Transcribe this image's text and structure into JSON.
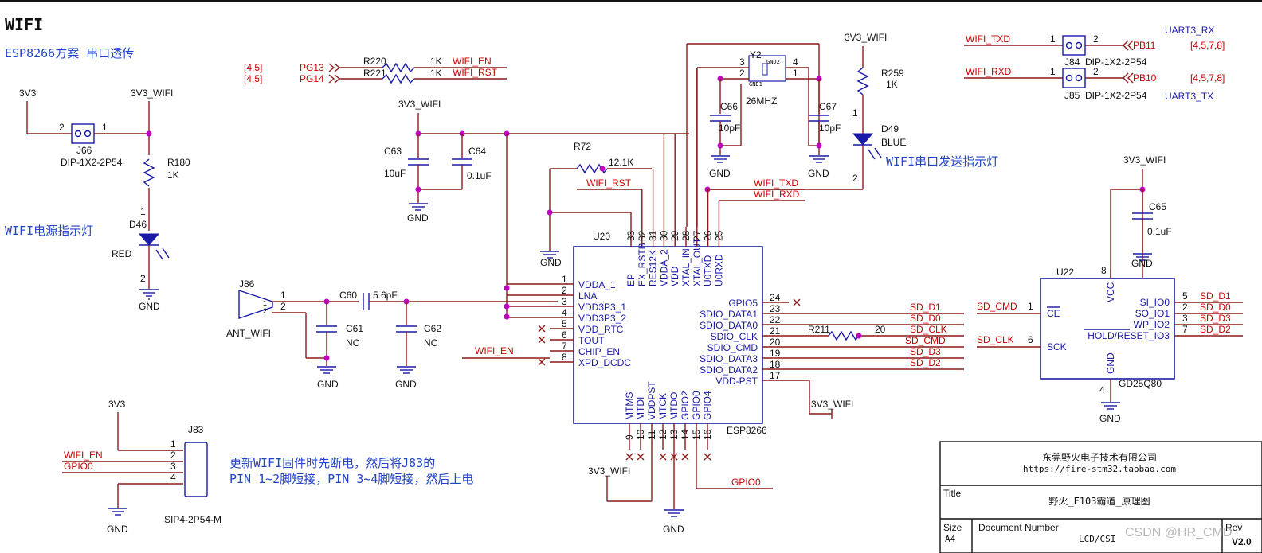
{
  "title": "WIFI",
  "subtitle": "ESP8266方案 串口透传",
  "power_led_label": "WIFI电源指示灯",
  "serial_led_label": "WIFI串口发送指示灯",
  "notes": [
    "更新WIFI固件时先断电，然后将J83的",
    "PIN 1~2脚短接，PIN 3~4脚短接，然后上电"
  ],
  "nets": {
    "v33": "3V3",
    "v33_wifi": "3V3_WIFI",
    "gnd": "GND",
    "wifi_en": "WIFI_EN",
    "wifi_rst": "WIFI_RST",
    "wifi_txd": "WIFI_TXD",
    "wifi_rxd": "WIFI_RXD",
    "gpio0": "GPIO0",
    "pg13": "PG13",
    "pg14": "PG14",
    "pb11": "PB11",
    "pb10": "PB10",
    "uart3_rx": "UART3_RX",
    "uart3_tx": "UART3_TX",
    "sheet_ref": "[4,5]",
    "sheet_ref2": "[4,5,7,8]",
    "sd_d0": "SD_D0",
    "sd_d1": "SD_D1",
    "sd_d2": "SD_D2",
    "sd_d3": "SD_D3",
    "sd_clk": "SD_CLK",
    "sd_cmd": "SD_CMD"
  },
  "parts": {
    "j66": {
      "ref": "J66",
      "type": "DIP-1X2-2P54"
    },
    "r180": {
      "ref": "R180",
      "value": "1K"
    },
    "d46": {
      "ref": "D46",
      "value": "RED"
    },
    "r220": {
      "ref": "R220",
      "value": "1K"
    },
    "r221": {
      "ref": "R221",
      "value": "1K"
    },
    "c63": {
      "ref": "C63",
      "value": "10uF"
    },
    "c64": {
      "ref": "C64",
      "value": "0.1uF"
    },
    "r72": {
      "ref": "R72",
      "value": "12.1K"
    },
    "y2": {
      "ref": "Y2",
      "value": "26MHZ",
      "gnd1": "GND1",
      "gnd2": "GND2"
    },
    "c66": {
      "ref": "C66",
      "value": "10pF"
    },
    "c67": {
      "ref": "C67",
      "value": "10pF"
    },
    "r259": {
      "ref": "R259",
      "value": "1K"
    },
    "d49": {
      "ref": "D49",
      "value": "BLUE"
    },
    "j84": {
      "ref": "J84",
      "type": "DIP-1X2-2P54"
    },
    "j85": {
      "ref": "J85",
      "type": "DIP-1X2-2P54"
    },
    "c65": {
      "ref": "C65",
      "value": "0.1uF"
    },
    "u20": {
      "ref": "U20",
      "name": "ESP8266"
    },
    "u22": {
      "ref": "U22",
      "name": "GD25Q80"
    },
    "j86": {
      "ref": "J86",
      "name": "ANT_WIFI"
    },
    "c60": {
      "ref": "C60",
      "value": "5.6pF"
    },
    "c61": {
      "ref": "C61",
      "value": "NC"
    },
    "c62": {
      "ref": "C62",
      "value": "NC"
    },
    "r211": {
      "ref": "R211",
      "value": "20"
    },
    "j83": {
      "ref": "J83",
      "type": "SIP4-2P54-M"
    }
  },
  "u20_left_pins": [
    {
      "num": "1",
      "name": "VDDA_1"
    },
    {
      "num": "2",
      "name": "LNA"
    },
    {
      "num": "3",
      "name": "VDD3P3_1"
    },
    {
      "num": "4",
      "name": "VDD3P3_2"
    },
    {
      "num": "5",
      "name": "VDD_RTC"
    },
    {
      "num": "6",
      "name": "TOUT"
    },
    {
      "num": "7",
      "name": "CHIP_EN"
    },
    {
      "num": "8",
      "name": "XPD_DCDC"
    }
  ],
  "u20_right_pins": [
    {
      "num": "24",
      "name": "GPIO5"
    },
    {
      "num": "23",
      "name": "SDIO_DATA1"
    },
    {
      "num": "22",
      "name": "SDIO_DATA0"
    },
    {
      "num": "21",
      "name": "SDIO_CLK"
    },
    {
      "num": "20",
      "name": "SDIO_CMD"
    },
    {
      "num": "19",
      "name": "SDIO_DATA3"
    },
    {
      "num": "18",
      "name": "SDIO_DATA2"
    },
    {
      "num": "17",
      "name": "VDD-PST"
    }
  ],
  "u20_top_pins": [
    {
      "num": "33",
      "name": "EP"
    },
    {
      "num": "32",
      "name": "EX_RSTB"
    },
    {
      "num": "31",
      "name": "RES12K"
    },
    {
      "num": "30",
      "name": "VDDA_2"
    },
    {
      "num": "29",
      "name": "VDD"
    },
    {
      "num": "28",
      "name": "XTAL_IN"
    },
    {
      "num": "27",
      "name": "XTAL_OUT"
    },
    {
      "num": "26",
      "name": "U0TXD"
    },
    {
      "num": "25",
      "name": "U0RXD"
    }
  ],
  "u20_bottom_pins": [
    {
      "num": "9",
      "name": "MTMS"
    },
    {
      "num": "10",
      "name": "MTDI"
    },
    {
      "num": "11",
      "name": "VDDPST"
    },
    {
      "num": "12",
      "name": "MTCK"
    },
    {
      "num": "13",
      "name": "MTDO"
    },
    {
      "num": "14",
      "name": "GPIO2"
    },
    {
      "num": "15",
      "name": "GPIO0"
    },
    {
      "num": "16",
      "name": "GPIO4"
    }
  ],
  "u22_pins": {
    "ce": {
      "num": "1",
      "name": "CE"
    },
    "sck": {
      "num": "6",
      "name": "SCK"
    },
    "vcc": {
      "num": "8",
      "name": "VCC"
    },
    "gnd": {
      "num": "4",
      "name": "GND"
    },
    "si": {
      "num": "5",
      "name": "SI_IO0"
    },
    "so": {
      "num": "2",
      "name": "SO_IO1"
    },
    "wp": {
      "num": "3",
      "name": "WP_IO2"
    },
    "hold": {
      "num": "7",
      "name": "HOLD/RESET_IO3"
    }
  },
  "title_block": {
    "company": "东莞野火电子技术有限公司",
    "url": "https://fire-stm32.taobao.com",
    "title_label": "Title",
    "title_value": "野火_F103霸道_原理图",
    "size_label": "Size",
    "size_value": "A4",
    "docnum_label": "Document Number",
    "docnum_value": "LCD/CSI",
    "rev_label": "Rev",
    "rev_value": "V2.0"
  },
  "watermark": "CSDN @HR_CMD"
}
